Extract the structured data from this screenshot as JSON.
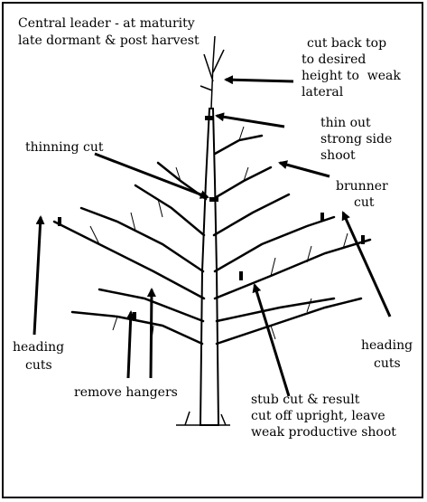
{
  "title": {
    "line1": "Central leader - at maturity",
    "line2": "late dormant & post harvest"
  },
  "labels": {
    "cut_back_top": [
      "cut back top",
      "to desired",
      "height to  weak",
      "lateral"
    ],
    "thin_out": [
      "thin out",
      "strong side",
      "shoot"
    ],
    "thinning_cut": "thinning cut",
    "brunner_cut": [
      "brunner",
      "cut"
    ],
    "heading_cuts_left": [
      "heading",
      "cuts"
    ],
    "heading_cuts_right": [
      "heading",
      "cuts"
    ],
    "remove_hangers": "remove hangers",
    "stub_cut": [
      "stub cut & result",
      "cut off upright, leave",
      "weak productive shoot"
    ]
  }
}
